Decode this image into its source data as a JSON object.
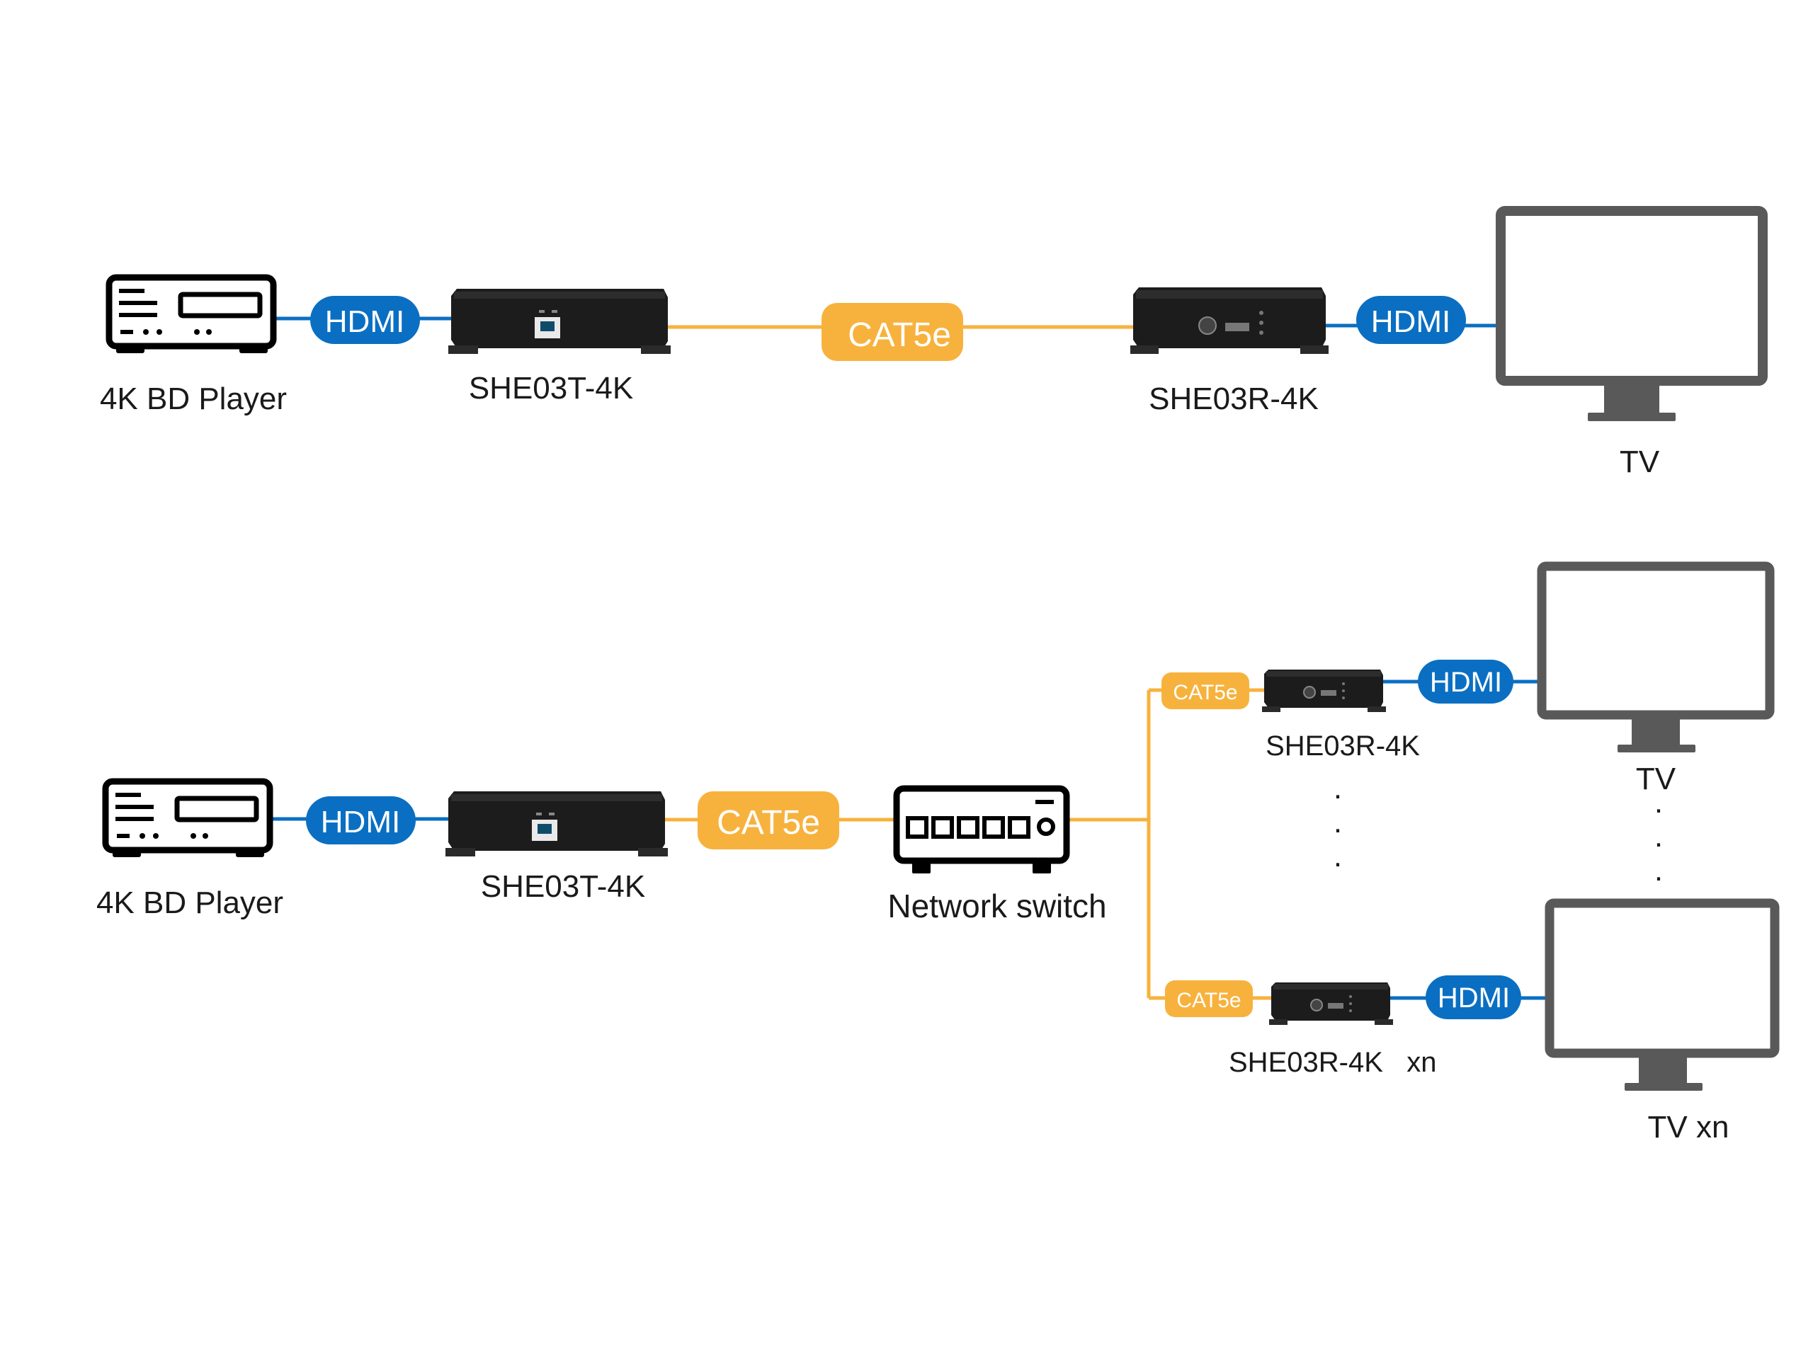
{
  "colors": {
    "hdmi": "#0a6fc2",
    "cat5e": "#f7b23d",
    "device": "#1c1c1c",
    "icon": "#000000",
    "tv": "#595959",
    "label": "#1a1a1a"
  },
  "top": {
    "source_label": "4K BD Player",
    "hdmi_in_label": "HDMI",
    "transmitter_label": "SHE03T-4K",
    "cable_label": "CAT5e",
    "receiver_label": "SHE03R-4K",
    "hdmi_out_label": "HDMI",
    "display_label": "TV"
  },
  "bottom": {
    "source_label": "4K BD Player",
    "hdmi_in_label": "HDMI",
    "transmitter_label": "SHE03T-4K",
    "cable_label": "CAT5e",
    "switch_label": "Network switch",
    "branch1": {
      "cable_label": "CAT5e",
      "receiver_label": "SHE03R-4K",
      "hdmi_label": "HDMI",
      "display_label": "TV"
    },
    "branch2": {
      "cable_label": "CAT5e",
      "receiver_label": "SHE03R-4K   xn",
      "hdmi_label": "HDMI",
      "display_label": "TV xn"
    },
    "ellipsis_dot": "."
  }
}
